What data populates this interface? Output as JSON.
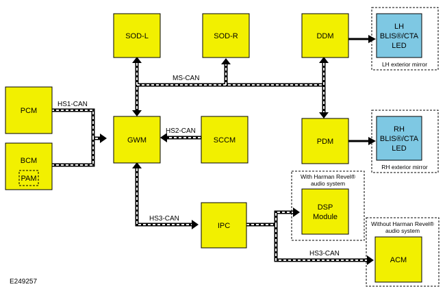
{
  "colors": {
    "module_fill": "#f2f000",
    "led_fill": "#7ec8e3",
    "outline": "#000000",
    "bus_line": "#000000",
    "bus_dash": "#ffffff"
  },
  "modules": {
    "sod_l": "SOD-L",
    "sod_r": "SOD-R",
    "ddm": "DDM",
    "pcm": "PCM",
    "gwm": "GWM",
    "sccm": "SCCM",
    "pdm": "PDM",
    "bcm": "BCM",
    "pam": "PAM",
    "ipc": "IPC",
    "dsp": [
      "DSP",
      "Module"
    ],
    "acm": "ACM"
  },
  "leds": {
    "lh": [
      "LH",
      "BLIS®/CTA",
      "LED"
    ],
    "rh": [
      "RH",
      "BLIS®/CTA",
      "LED"
    ]
  },
  "groups": {
    "lh_mirror": "LH exterior mirror",
    "rh_mirror": "RH exterior mirror",
    "with_harman": [
      "With Harman Revel®",
      "audio system"
    ],
    "without_harman": [
      "Without Harman Revel®",
      "audio system"
    ]
  },
  "buses": {
    "ms_can": "MS-CAN",
    "hs1_can": "HS1-CAN",
    "hs2_can": "HS2-CAN",
    "hs3_can_gwm": "HS3-CAN",
    "hs3_can_acm": "HS3-CAN"
  },
  "figure_ref": "E249257"
}
